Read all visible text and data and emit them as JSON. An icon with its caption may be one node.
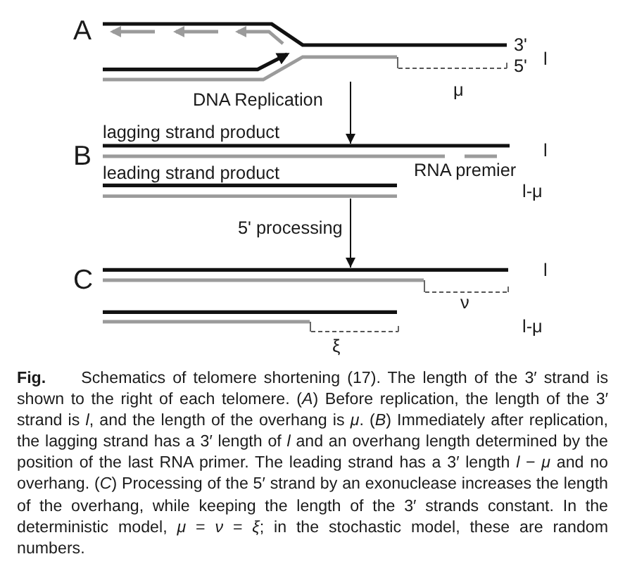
{
  "diagram": {
    "caption": "**Fig.** Schematics of telomere shortening (17). The length of the 3′ strand is shown to the right of each telomere. (*A*) Before replication, the length of the 3′ strand is *l*, and the length of the overhang is *μ*. (*B*) Immediately after replication, the lagging strand has a 3′ length of *l* and an overhang length determined by the position of the last RNA primer. The leading strand has a 3′ length *l* − *μ* and no overhang. (*C*) Processing of the 5′ strand by an exonuclease increases the length of the overhang, while keeping the length of the 3′ strands constant. In the deterministic model, *μ* = *ν* = *ξ*; in the stochastic model, these are random numbers.",
    "nodes": [
      {
        "text": [],
        "shape": "picture",
        "beside": [
          "3'",
          "5'",
          "μ"
        ]
      },
      {
        "text": [],
        "shape": "picture",
        "beside": [
          "lagging strand product",
          "RNA premier"
        ]
      },
      {
        "text": [],
        "shape": "picture",
        "beside": [
          "leading strand product"
        ]
      },
      {
        "text": [],
        "shape": "picture",
        "beside": [
          "ν"
        ]
      },
      {
        "text": [],
        "shape": "picture",
        "beside": [
          "ξ"
        ]
      }
    ],
    "edges": [
      {
        "from": 0,
        "to": 1,
        "arrow": "to",
        "label": "DNA Replication"
      },
      {
        "from": 2,
        "to": 3,
        "arrow": "to",
        "label": "5' processing"
      }
    ],
    "labels": [
      "A",
      "l",
      "B",
      "l",
      "l-μ",
      "C",
      "l",
      "l-μ"
    ]
  }
}
